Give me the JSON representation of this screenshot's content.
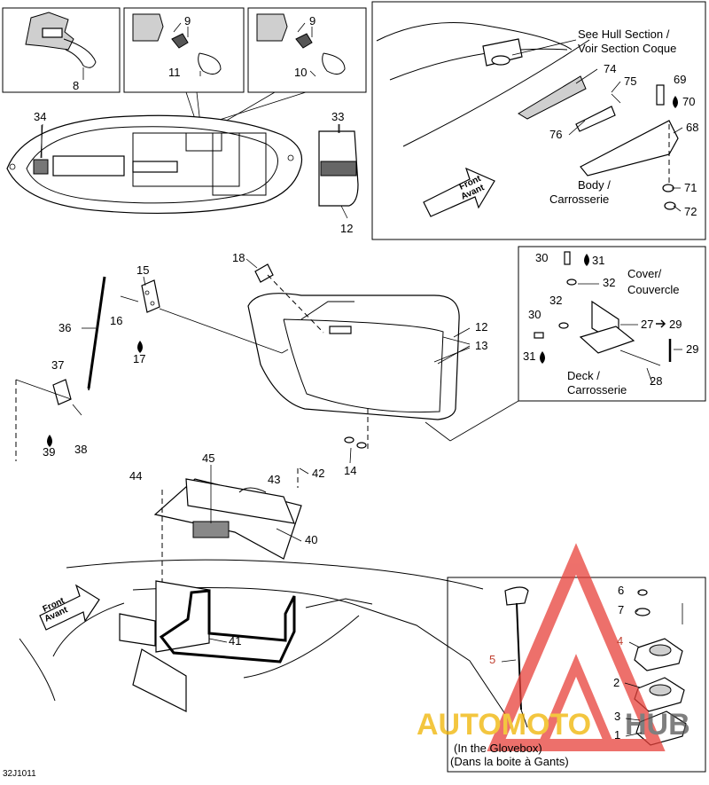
{
  "diagram": {
    "code": "32J1011",
    "labels": {
      "p1": "1",
      "p2": "2",
      "p3": "3",
      "p4": "4",
      "p5": "5",
      "p6": "6",
      "p7": "7",
      "p8": "8",
      "p9a": "9",
      "p9b": "9",
      "p10": "10",
      "p11": "11",
      "p12a": "12",
      "p12b": "12",
      "p13": "13",
      "p14": "14",
      "p15": "15",
      "p16": "16",
      "p17": "17",
      "p18": "18",
      "p27": "27",
      "p28": "28",
      "p29a": "29",
      "p29b": "29",
      "p30a": "30",
      "p30b": "30",
      "p31a": "31",
      "p31b": "31",
      "p32a": "32",
      "p32b": "32",
      "p33": "33",
      "p34": "34",
      "p36": "36",
      "p37": "37",
      "p38": "38",
      "p39": "39",
      "p40": "40",
      "p41": "41",
      "p42": "42",
      "p43": "43",
      "p44": "44",
      "p45": "45",
      "p68": "68",
      "p69": "69",
      "p70": "70",
      "p71": "71",
      "p72": "72",
      "p74": "74",
      "p75": "75",
      "p76": "76"
    },
    "notes": {
      "hull_1": "See Hull Section /",
      "hull_2": "Voir Section Coque",
      "body_1": "Body /",
      "body_2": "Carrosserie",
      "cover_1": "Cover/",
      "cover_2": "Couvercle",
      "deck_1": "Deck /",
      "deck_2": "Carrosserie",
      "glove_1": "(In the Glovebox)",
      "glove_2": "(Dans la boite à Gants)",
      "front_top_1": "Front",
      "front_top_2": "Avant",
      "front_bottom_1": "Front",
      "front_bottom_2": "Avant"
    },
    "watermark": {
      "text_left": "AUTOMOTO",
      "text_right": "HUB",
      "colors": {
        "red": "#e8413a",
        "yellow": "#f0b400"
      }
    }
  }
}
